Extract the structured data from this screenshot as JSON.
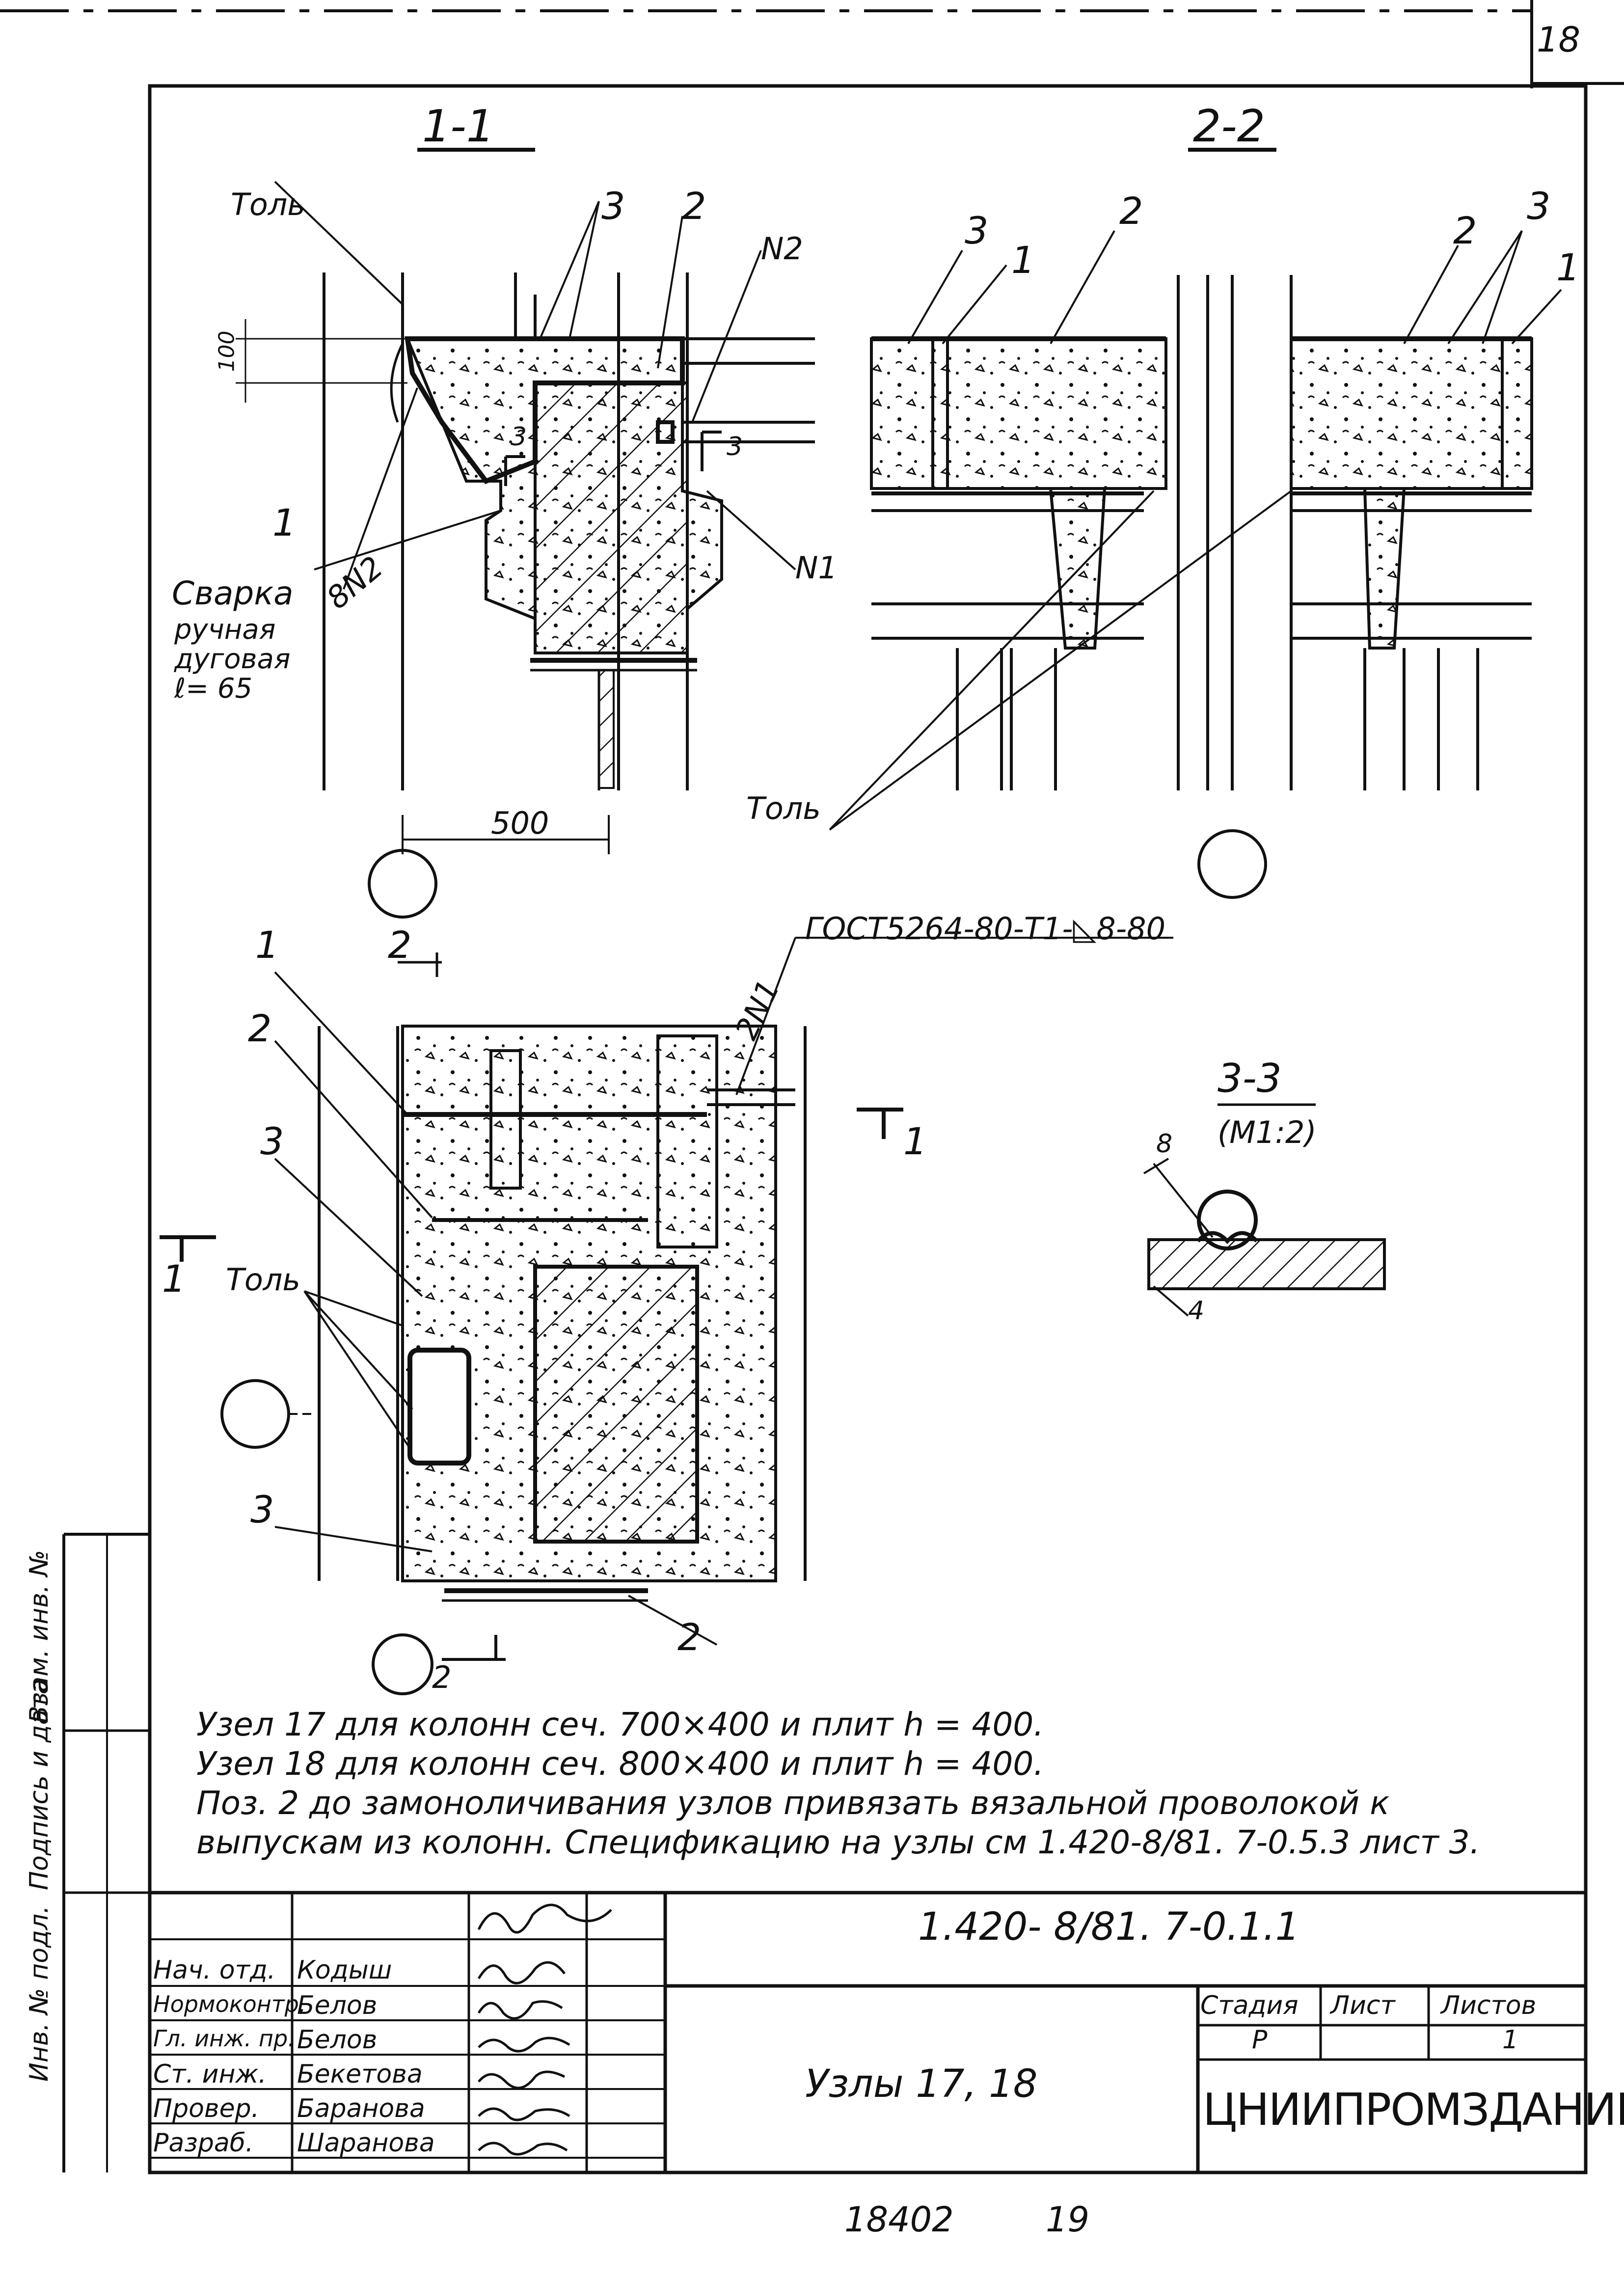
{
  "sheet": {
    "corner_number": "18"
  },
  "sections": {
    "s11": "1-1",
    "s22": "2-2",
    "s33": "3-3",
    "s33_scale": "(М1:2)"
  },
  "labels": {
    "tol": "Толь",
    "pos1": "1",
    "pos2": "2",
    "pos3": "3",
    "n1": "N1",
    "n2": "N2",
    "n2_count": "8N2",
    "n1_count": "2N1",
    "cut3": "3",
    "dim100": "100",
    "dim500": "500",
    "dim8": "8",
    "dim4": "4",
    "weld_line1": "Сварка",
    "weld_line2": "ручная",
    "weld_line3": "дуговая",
    "weld_line4": "ℓ= 65",
    "gost": "ГОСТ5264-80-Т1-◺8-80",
    "cut_mark_1": "1",
    "cut_mark_2": "2"
  },
  "notes": [
    "Узел 17 для колонн сеч. 700×400 и плит h = 400.",
    "Узел 18 для колонн сеч. 800×400 и плит h = 400.",
    "Поз. 2 до замоноличивания узлов привязать вязальной проволокой к",
    "выпускам из колонн. Спецификацию на узлы см 1.420-8/81. 7-0.5.3 лист 3."
  ],
  "side_stamp": {
    "c1": "Инв. № подл.",
    "c2": "Подпись и дата",
    "c3": "Взам. инв. №"
  },
  "title_block": {
    "code": "1.420- 8/81. 7-0.1.1",
    "name": "Узлы 17, 18",
    "stage_h": "Стадия",
    "sheet_h": "Лист",
    "sheets_h": "Листов",
    "stage": "Р",
    "sheet": "",
    "sheets": "1",
    "org": "ЦНИИПРОМЗДАНИЙ",
    "roles": [
      {
        "role": "Нач. отд.",
        "name": "Кодыш"
      },
      {
        "role": "Нормоконтр.",
        "name": "Белов"
      },
      {
        "role": "Гл. инж. пр.",
        "name": "Белов"
      },
      {
        "role": "Ст. инж.",
        "name": "Бекетова"
      },
      {
        "role": "Провер.",
        "name": "Баранова"
      },
      {
        "role": "Разраб.",
        "name": "Шаранова"
      }
    ]
  },
  "footer": {
    "inv": "18402",
    "page": "19"
  }
}
